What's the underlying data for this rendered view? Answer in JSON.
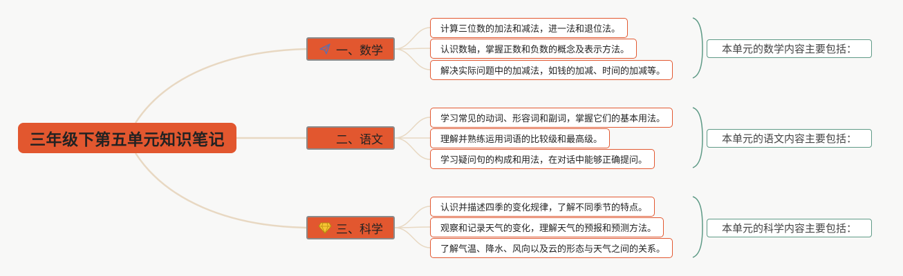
{
  "root": {
    "title": "三年级下第五单元知识笔记"
  },
  "colors": {
    "node_fill": "#e2572f",
    "leaf_border": "#e2572f",
    "summary_border": "#5e9a86",
    "connector": "#e8d8c2",
    "background": "#f8f8f7"
  },
  "branches": [
    {
      "label": "一、数学",
      "icon": "paper-plane-icon",
      "items": [
        "计算三位数的加法和减法，进一法和退位法。",
        "认识数轴，掌握正数和负数的概念及表示方法。",
        "解决实际问题中的加减法，如钱的加减、时间的加减等。"
      ],
      "summary": "本单元的数学内容主要包括："
    },
    {
      "label": "二、语文",
      "icon": "",
      "items": [
        "学习常见的动词、形容词和副词，掌握它们的基本用法。",
        "理解并熟练运用词语的比较级和最高级。",
        "学习疑问句的构成和用法，在对话中能够正确提问。"
      ],
      "summary": "本单元的语文内容主要包括："
    },
    {
      "label": "三、科学",
      "icon": "diamond-icon",
      "items": [
        "认识并描述四季的变化规律，了解不同季节的特点。",
        "观察和记录天气的变化，理解天气的预报和预测方法。",
        "了解气温、降水、风向以及云的形态与天气之间的关系。"
      ],
      "summary": "本单元的科学内容主要包括："
    }
  ]
}
